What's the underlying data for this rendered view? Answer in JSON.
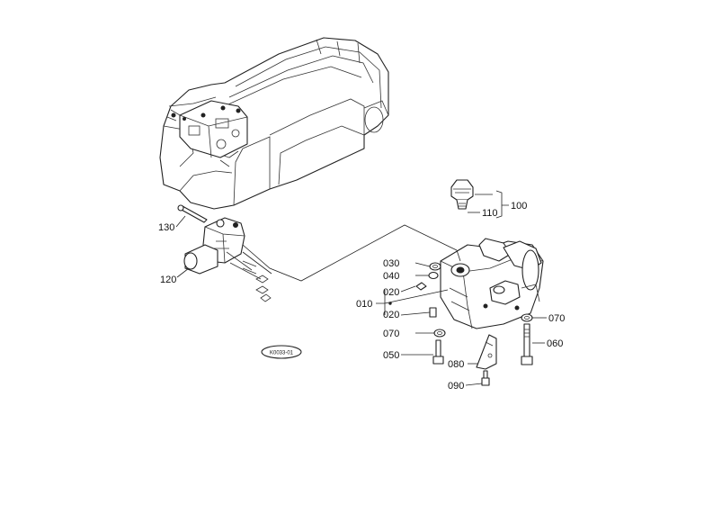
{
  "part_labels": {
    "p010": "010",
    "p020a": "020",
    "p020b": "020",
    "p030": "030",
    "p040": "040",
    "p050": "050",
    "p060": "060",
    "p070a": "070",
    "p070b": "070",
    "p080": "080",
    "p090": "090",
    "p100": "100",
    "p110": "110",
    "p120": "120",
    "p130": "130"
  },
  "drawing_code": "K0033-01"
}
